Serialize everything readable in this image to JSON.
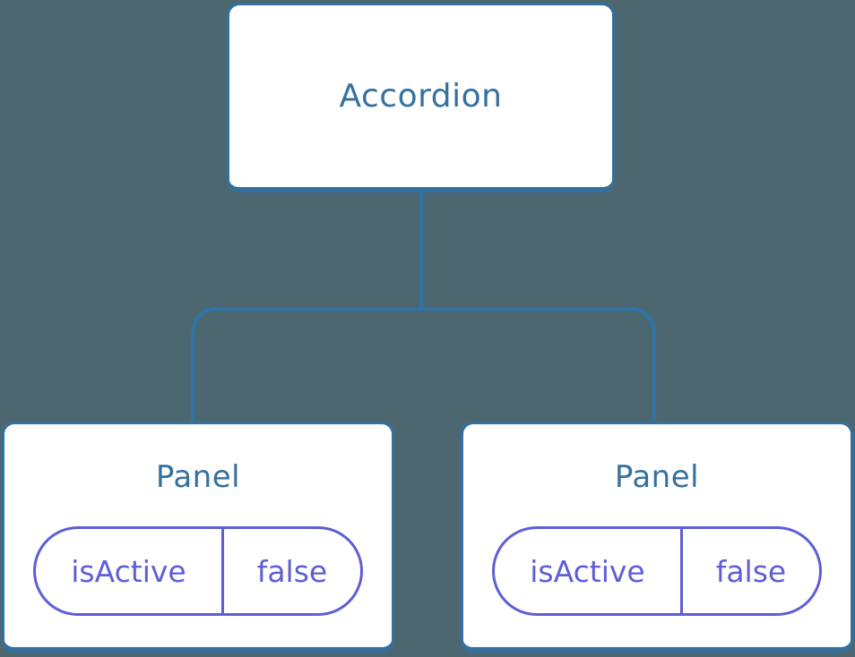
{
  "diagram": {
    "type": "component-tree",
    "root": {
      "label": "Accordion"
    },
    "panels": [
      {
        "title": "Panel",
        "prop": {
          "name": "isActive",
          "value": "false"
        }
      },
      {
        "title": "Panel",
        "prop": {
          "name": "isActive",
          "value": "false"
        }
      }
    ],
    "edges": [
      {
        "from": "Accordion",
        "to": "Panel-1"
      },
      {
        "from": "Accordion",
        "to": "Panel-2"
      }
    ]
  },
  "colors": {
    "background": "#4D6770",
    "connector": "#2E74A8",
    "box_border": "#33709F",
    "box_fill": "#FFFFFF",
    "title_text": "#35719F",
    "pill": "#5E5ED6"
  }
}
